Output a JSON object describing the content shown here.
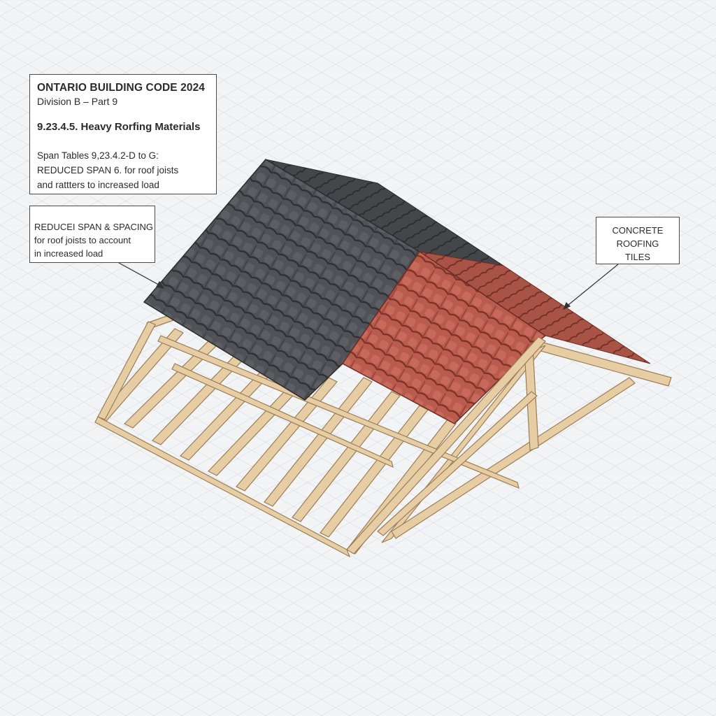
{
  "code_box": {
    "title": "ONTARIO BUILDING CODE 2024",
    "division": "Division B – Part 9",
    "section": "9.23.4.5. Heavy Rorfing Materials",
    "note_lines": [
      "Span Tables 9,23.4.2-D to G:",
      "REDUCED SPAN 6. for roof joists",
      "and rattters to increased load"
    ]
  },
  "span_callout": {
    "lines": [
      "REDUCEI SPAN & SPACING",
      "for roof joists to account",
      "in increased load"
    ]
  },
  "tiles_callout": {
    "lines": [
      "CONCRETE",
      "ROOFING",
      "TILES"
    ]
  },
  "colors": {
    "background": "#f3f4f6",
    "grid": "#dfe2e7",
    "dark_tile": "#4a4c50",
    "red_tile": "#b8574a",
    "timber": "#e6cda4",
    "timber_edge": "#9b7d55"
  }
}
